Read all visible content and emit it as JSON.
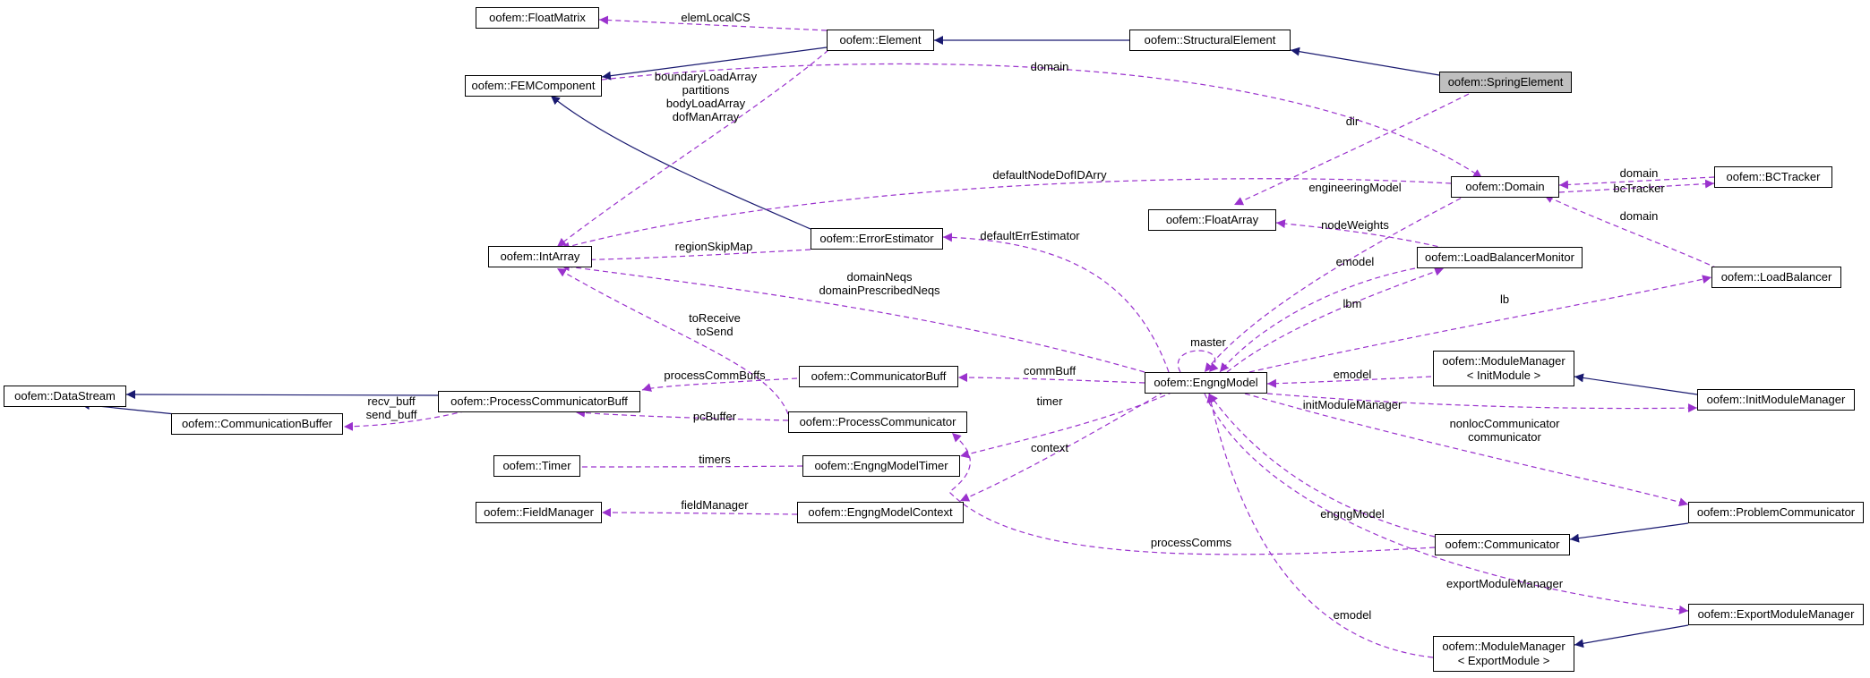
{
  "nodes": {
    "spring_element": {
      "label": "oofem::SpringElement"
    },
    "structural_element": {
      "label": "oofem::StructuralElement"
    },
    "element": {
      "label": "oofem::Element"
    },
    "float_matrix": {
      "label": "oofem::FloatMatrix"
    },
    "fem_component": {
      "label": "oofem::FEMComponent"
    },
    "domain": {
      "label": "oofem::Domain"
    },
    "bc_tracker": {
      "label": "oofem::BCTracker"
    },
    "float_array": {
      "label": "oofem::FloatArray"
    },
    "int_array": {
      "label": "oofem::IntArray"
    },
    "error_estimator": {
      "label": "oofem::ErrorEstimator"
    },
    "load_balancer_monitor": {
      "label": "oofem::LoadBalancerMonitor"
    },
    "load_balancer": {
      "label": "oofem::LoadBalancer"
    },
    "data_stream": {
      "label": "oofem::DataStream"
    },
    "process_communicator_buff": {
      "label": "oofem::ProcessCommunicatorBuff"
    },
    "communication_buffer": {
      "label": "oofem::CommunicationBuffer"
    },
    "communicator_buff": {
      "label": "oofem::CommunicatorBuff"
    },
    "engng_model": {
      "label": "oofem::EngngModel"
    },
    "module_manager_init": {
      "line1": "oofem::ModuleManager",
      "line2": "< InitModule >"
    },
    "init_module_manager": {
      "label": "oofem::InitModuleManager"
    },
    "process_communicator": {
      "label": "oofem::ProcessCommunicator"
    },
    "timer": {
      "label": "oofem::Timer"
    },
    "engng_model_timer": {
      "label": "oofem::EngngModelTimer"
    },
    "field_manager": {
      "label": "oofem::FieldManager"
    },
    "engng_model_context": {
      "label": "oofem::EngngModelContext"
    },
    "problem_communicator": {
      "label": "oofem::ProblemCommunicator"
    },
    "communicator": {
      "label": "oofem::Communicator"
    },
    "export_module_manager": {
      "label": "oofem::ExportModuleManager"
    },
    "module_manager_export": {
      "line1": "oofem::ModuleManager",
      "line2": "< ExportModule >"
    }
  },
  "edge_labels": {
    "elem_local_cs": "elemLocalCS",
    "domain_top": "domain",
    "boundary_load_array": "boundaryLoadArray",
    "partitions": "partitions",
    "body_load_array": "bodyLoadArray",
    "dof_man_array": "dofManArray",
    "dir": "dir",
    "default_node_dof_id_arry": "defaultNodeDofIDArry",
    "engineering_model": "engineeringModel",
    "bc_domain": "domain",
    "bc_tracker": "bcTracker",
    "node_weights": "nodeWeights",
    "region_skip_map": "regionSkipMap",
    "default_err_estimator": "defaultErrEstimator",
    "emodel_lbm": "emodel",
    "lb_domain": "domain",
    "domain_neqs": "domainNeqs",
    "domain_prescribed_neqs": "domainPrescribedNeqs",
    "lbm": "lbm",
    "lb": "lb",
    "to_receive": "toReceive",
    "to_send": "toSend",
    "master": "master",
    "process_comm_buffs": "processCommBuffs",
    "comm_buff": "commBuff",
    "emodel_init": "emodel",
    "recv_buff": "recv_buff",
    "send_buff": "send_buff",
    "pc_buffer": "pcBuffer",
    "timer": "timer",
    "init_module_manager": "initModuleManager",
    "nonloc_communicator": "nonlocCommunicator",
    "communicator": "communicator",
    "timers": "timers",
    "context": "context",
    "field_manager": "fieldManager",
    "engng_model": "engngModel",
    "process_comms": "processComms",
    "export_module_manager": "exportModuleManager",
    "emodel_export": "emodel"
  },
  "colors": {
    "inheritance": "#191970",
    "usage": "#9a32cd",
    "highlight_fill": "#bfbfbf"
  }
}
